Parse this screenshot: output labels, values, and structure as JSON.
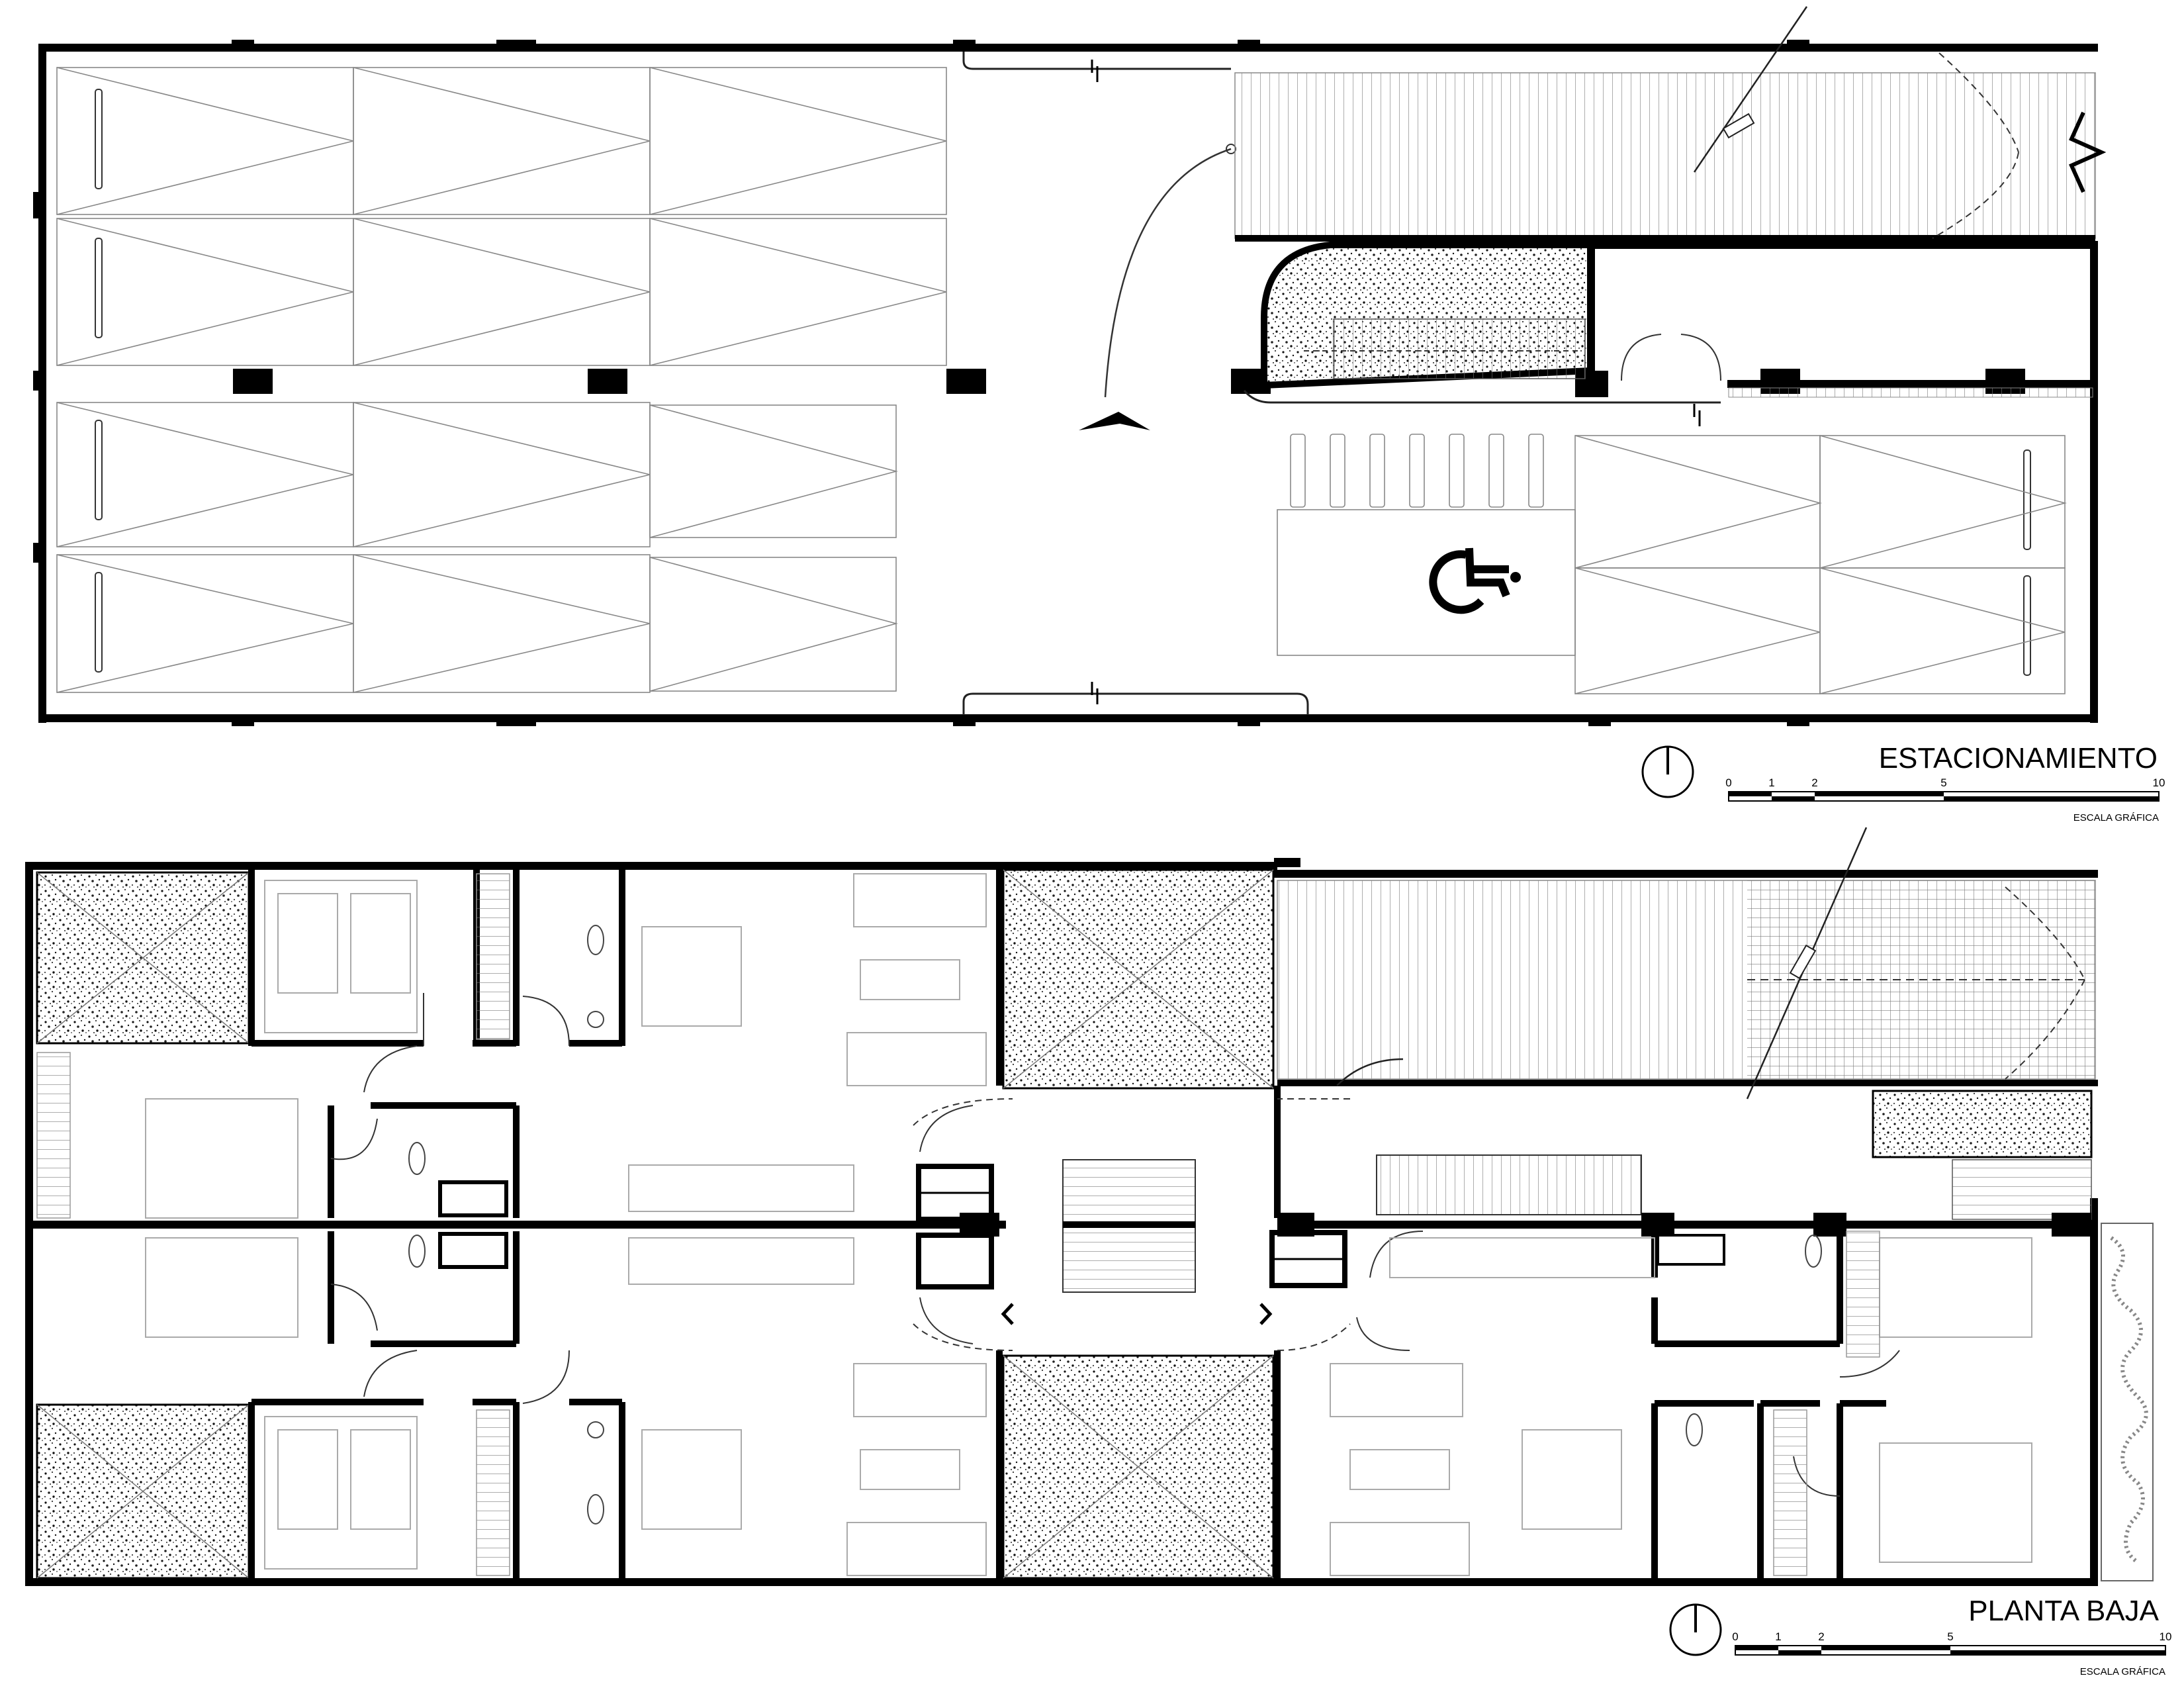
{
  "plans": [
    {
      "id": "estacionamiento",
      "title": "ESTACIONAMIENTO",
      "scale": {
        "ticks": [
          "0",
          "1",
          "2",
          "5",
          "10"
        ],
        "label": "ESCALA GRÁFICA"
      }
    },
    {
      "id": "planta-baja",
      "title": "PLANTA BAJA",
      "scale": {
        "ticks": [
          "0",
          "1",
          "2",
          "5",
          "10"
        ],
        "label": "ESCALA GRÁFICA"
      }
    }
  ],
  "icons": {
    "north": "north-arrow-icon",
    "accessible": "wheelchair-icon"
  },
  "colors": {
    "ink": "#000000",
    "line": "#8a8a8a",
    "paper": "#ffffff"
  }
}
